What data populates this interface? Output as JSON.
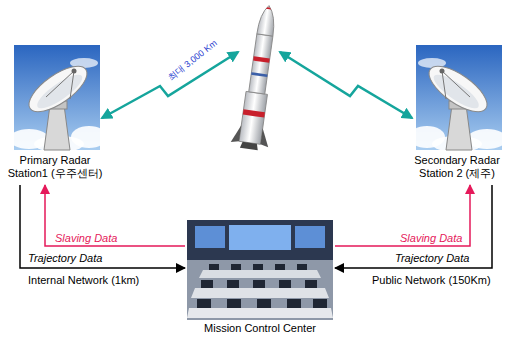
{
  "diagram": {
    "nodes": [
      {
        "text": [
          "Primary Radar Station1 (우주센터)"
        ]
      },
      {
        "text": [
          "Secondary Radar Station 2 (제주)"
        ]
      },
      {
        "text": [
          "Mission Control Center"
        ]
      }
    ],
    "edges": [
      {
        "from": 0,
        "to": 2,
        "arrow": "to",
        "label": "Trajectory Data"
      },
      {
        "from": 2,
        "to": 0,
        "arrow": "to",
        "label": "Slaving Data"
      },
      {
        "from": 1,
        "to": 2,
        "arrow": "to",
        "label": "Trajectory Data"
      },
      {
        "from": 2,
        "to": 1,
        "arrow": "to",
        "label": "Slaving Data"
      }
    ],
    "labels": [
      "최대 3,000 Km",
      "Internal Network (1km)",
      "Public Network (150Km)"
    ]
  }
}
